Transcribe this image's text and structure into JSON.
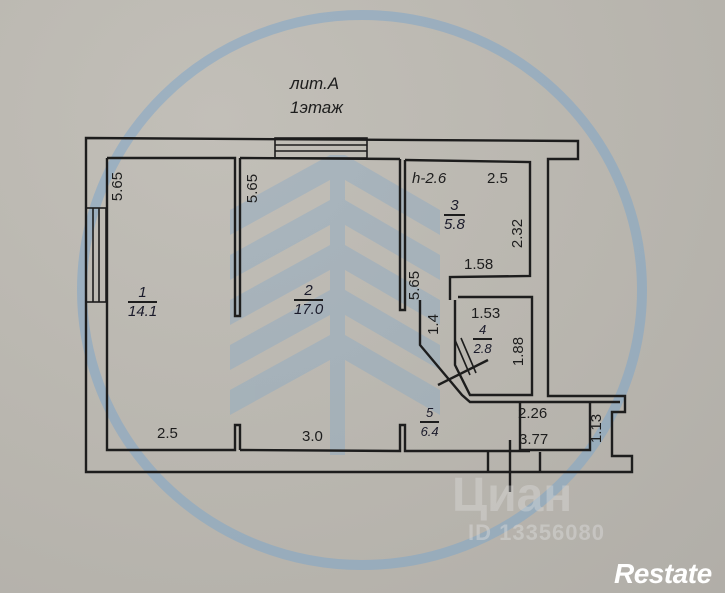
{
  "header": {
    "litera": "лит.А",
    "floor": "1этаж"
  },
  "rooms": [
    {
      "number": "1",
      "area": "14.1"
    },
    {
      "number": "2",
      "area": "17.0"
    },
    {
      "number": "3",
      "area": "5.8"
    },
    {
      "number": "4",
      "area": "2.8"
    },
    {
      "number": "5",
      "area": "6.4"
    }
  ],
  "dimensions": {
    "room1_height": "5.65",
    "room1_width": "2.5",
    "room2_height_left": "5.65",
    "room2_height_right": "5.65",
    "room2_width": "3.0",
    "ceiling_height": "h-2.6",
    "room3_width": "2.5",
    "room3_height": "2.32",
    "room3_bottom": "1.58",
    "room4_width": "1.53",
    "room4_height": "1.88",
    "corridor_width": "1.4",
    "bottom_right_width": "2.26",
    "bottom_right_total": "3.77",
    "bottom_right_height": "1.13"
  },
  "watermark": {
    "brand": "Циан",
    "id": "ID 13356080"
  },
  "logo": {
    "text": "Restate"
  },
  "colors": {
    "paper": "#b9b6b0",
    "line": "#1d1d1d",
    "watermark_blue": "#7fa6c9",
    "logo": "#ffffff"
  }
}
